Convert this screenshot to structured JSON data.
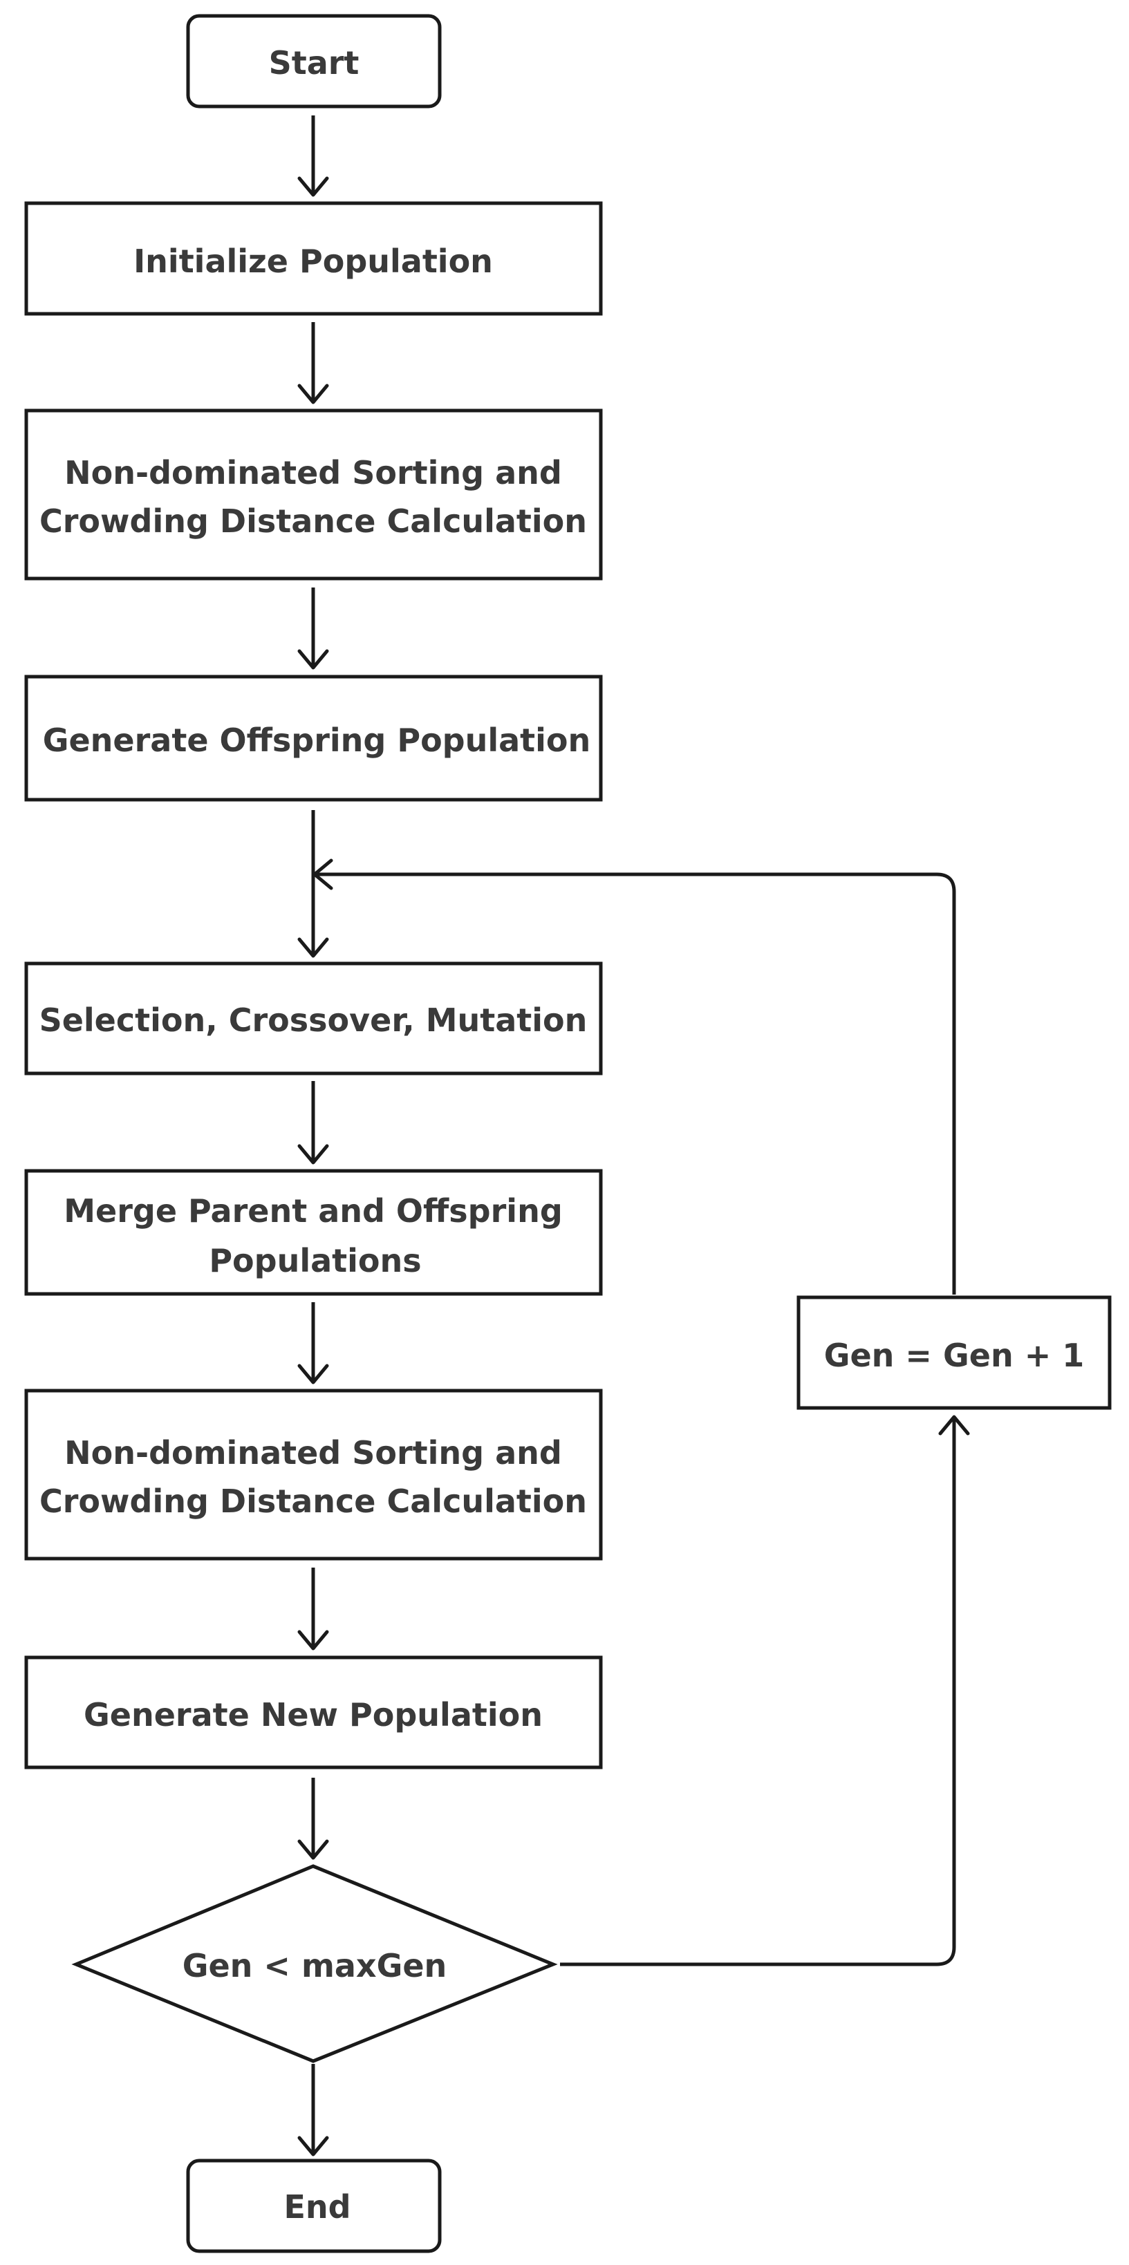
{
  "diagram": {
    "type": "flowchart",
    "nodes": {
      "start": {
        "shape": "terminal",
        "lines": [
          "Start"
        ]
      },
      "init": {
        "shape": "process",
        "lines": [
          "Initialize Population"
        ]
      },
      "sort1": {
        "shape": "process",
        "lines": [
          "Non-dominated Sorting and",
          "Crowding Distance Calculation"
        ]
      },
      "offspring": {
        "shape": "process",
        "lines": [
          "Generate Offspring Population"
        ]
      },
      "select": {
        "shape": "process",
        "lines": [
          "Selection, Crossover, Mutation"
        ]
      },
      "merge": {
        "shape": "process",
        "lines": [
          "Merge Parent and Offspring",
          "Populations"
        ]
      },
      "sort2": {
        "shape": "process",
        "lines": [
          "Non-dominated Sorting and",
          "Crowding Distance Calculation"
        ]
      },
      "newpop": {
        "shape": "process",
        "lines": [
          "Generate New Population"
        ]
      },
      "check": {
        "shape": "decision",
        "lines": [
          "Gen < maxGen"
        ]
      },
      "increment": {
        "shape": "process",
        "lines": [
          "Gen = Gen + 1"
        ]
      },
      "end": {
        "shape": "terminal",
        "lines": [
          "End"
        ]
      }
    },
    "edges": [
      {
        "from": "start",
        "to": "init"
      },
      {
        "from": "init",
        "to": "sort1"
      },
      {
        "from": "sort1",
        "to": "offspring"
      },
      {
        "from": "offspring",
        "to": "select"
      },
      {
        "from": "select",
        "to": "merge"
      },
      {
        "from": "merge",
        "to": "sort2"
      },
      {
        "from": "sort2",
        "to": "newpop"
      },
      {
        "from": "newpop",
        "to": "check"
      },
      {
        "from": "check",
        "to": "end"
      },
      {
        "from": "check",
        "to": "increment"
      },
      {
        "from": "increment",
        "to": "select"
      }
    ]
  },
  "colors": {
    "stroke": "#1a1a1a",
    "text": "#3a3a3a",
    "background": "#ffffff"
  }
}
